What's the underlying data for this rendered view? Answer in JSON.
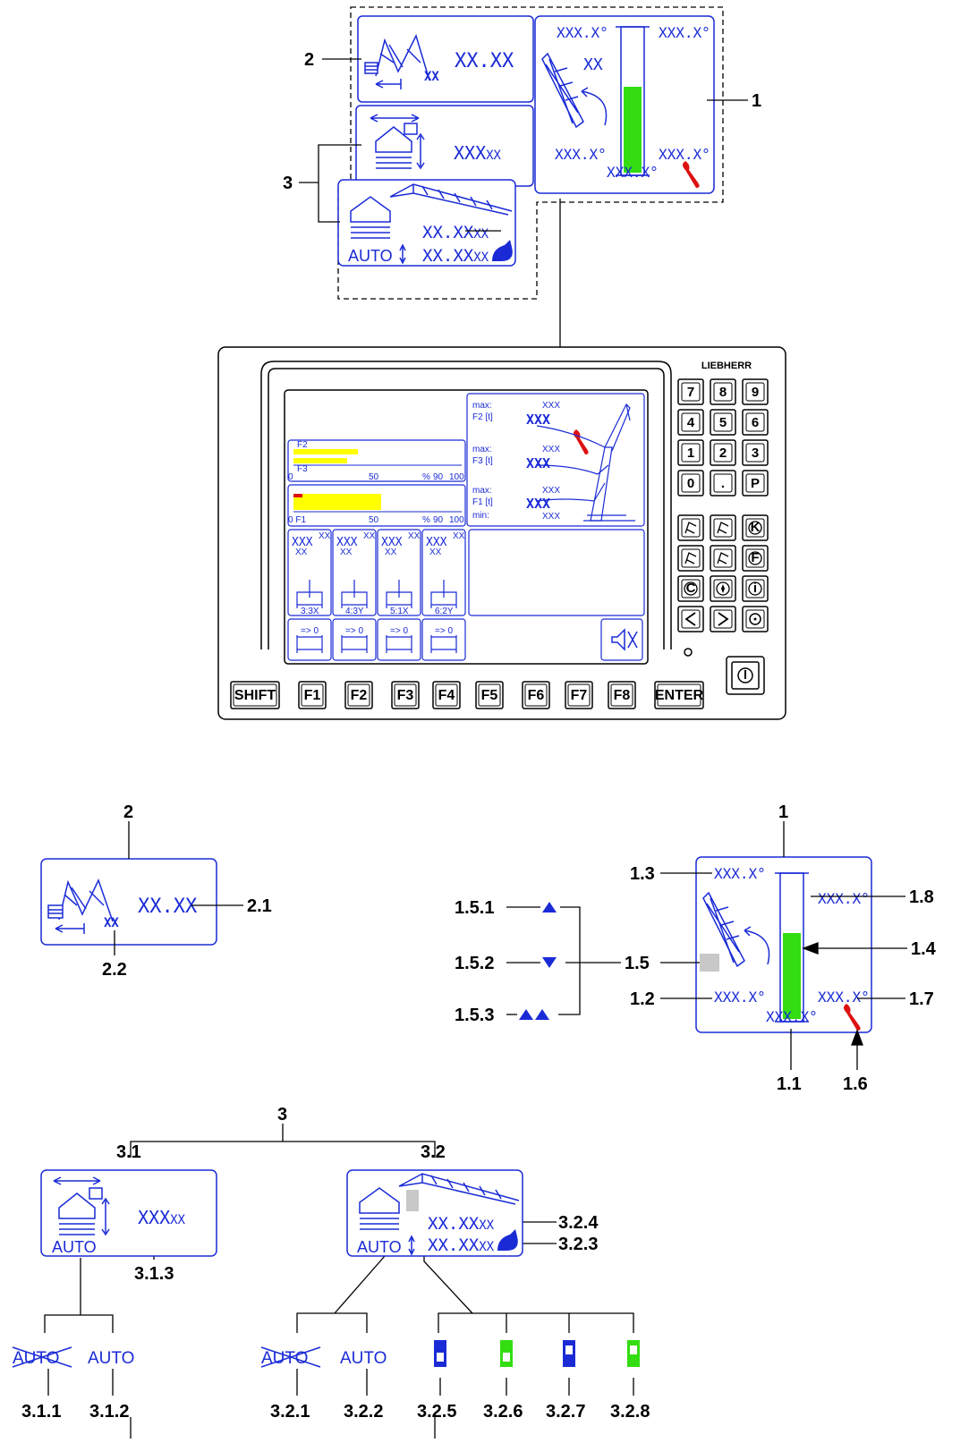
{
  "labels": {
    "l1": "1",
    "l2": "2",
    "l3": "3",
    "b1": "1",
    "b1_1": "1.1",
    "b1_2": "1.2",
    "b1_3": "1.3",
    "b1_4": "1.4",
    "b1_5": "1.5",
    "b1_5_1": "1.5.1",
    "b1_5_2": "1.5.2",
    "b1_5_3": "1.5.3",
    "b1_6": "1.6",
    "b1_7": "1.7",
    "b1_8": "1.8",
    "b2": "2",
    "b2_1": "2.1",
    "b2_2": "2.2",
    "b3": "3",
    "b3_1": "3.1",
    "b3_1_1": "3.1.1",
    "b3_1_2": "3.1.2",
    "b3_1_3": "3.1.3",
    "b3_2": "3.2",
    "b3_2_1": "3.2.1",
    "b3_2_2": "3.2.2",
    "b3_2_3": "3.2.3",
    "b3_2_4": "3.2.4",
    "b3_2_5": "3.2.5",
    "b3_2_6": "3.2.6",
    "b3_2_7": "3.2.7",
    "b3_2_8": "3.2.8"
  },
  "panel1": {
    "ang_tl": "XXX.X°",
    "ang_tr": "XXX.X°",
    "xx": "XX",
    "ang_bl": "XXX.X°",
    "ang_br": "XXX.X°",
    "ang_b": "XXX.X°",
    "bar_fill_fraction": 0.6
  },
  "panel2": {
    "value": "XX.XX",
    "unit": "XX"
  },
  "panel3_1": {
    "value": "XXX",
    "unit": "XX",
    "auto": "AUTO"
  },
  "panel3_2": {
    "v1": "XX.XX",
    "u1": "XX",
    "v2": "XX.XX",
    "u2": "XX",
    "auto": "AUTO"
  },
  "device": {
    "brand": "LIEBHERR",
    "max": "max:",
    "min": "min:",
    "f2": "F2 [t]",
    "f3": "F3 [t]",
    "f1": "F1 [t]",
    "xxx": "XXX",
    "bar_f2": "F2",
    "bar_f3": "F3",
    "bar_f1": "0  F1",
    "scale0": "0",
    "scale50": "50",
    "scale_pct": "%",
    "scale90": "90",
    "scale100": "100",
    "winches": [
      {
        "val": "XXX",
        "sup": "XX",
        "sub": "XX",
        "ratio": "3:3X"
      },
      {
        "val": "XXX",
        "sup": "XX",
        "sub": "XX",
        "ratio": "4:3Y"
      },
      {
        "val": "XXX",
        "sup": "XX",
        "sub": "XX",
        "ratio": "5:1X"
      },
      {
        "val": "XXX",
        "sup": "XX",
        "sub": "XX",
        "ratio": "6:2Y"
      }
    ],
    "zero": "=> 0",
    "keys": [
      "7",
      "8",
      "9",
      "4",
      "5",
      "6",
      "1",
      "2",
      "3",
      "0",
      ".",
      "P"
    ],
    "func_keys": [
      "SHIFT",
      "F1",
      "F2",
      "F3",
      "F4",
      "F5",
      "F6",
      "F7",
      "F8",
      "ENTER"
    ],
    "k_label": "K",
    "f_label": "F",
    "c_label": "C",
    "i_label": "i"
  },
  "legend": {
    "auto_crossed": "AUTO",
    "auto": "AUTO"
  },
  "colors": {
    "blue": "#1a2bd6",
    "green": "#33dd11",
    "red": "#dd1111",
    "yellow": "#ffff00"
  }
}
